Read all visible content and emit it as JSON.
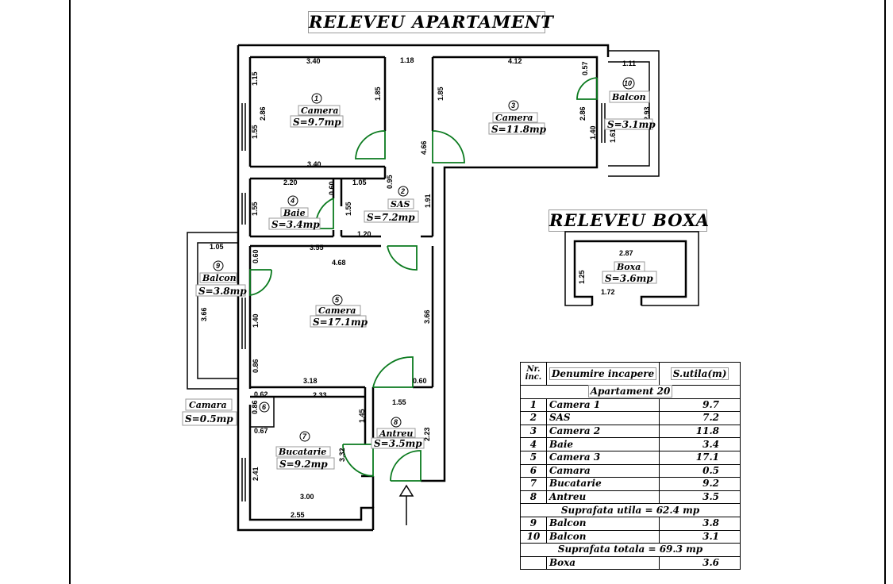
{
  "titles": {
    "apartment": "RELEVEU APARTAMENT",
    "box": "RELEVEU BOXA"
  },
  "rooms": [
    {
      "num": "1",
      "name": "Camera",
      "area": "S=9.7mp"
    },
    {
      "num": "2",
      "name": "SAS",
      "area": "S=7.2mp"
    },
    {
      "num": "3",
      "name": "Camera",
      "area": "S=11.8mp"
    },
    {
      "num": "4",
      "name": "Baie",
      "area": "S=3.4mp"
    },
    {
      "num": "5",
      "name": "Camera",
      "area": "S=17.1mp"
    },
    {
      "num": "6",
      "name": "Camara",
      "area": "S=0.5mp"
    },
    {
      "num": "7",
      "name": "Bucatarie",
      "area": "S=9.2mp"
    },
    {
      "num": "8",
      "name": "Antreu",
      "area": "S=3.5mp"
    },
    {
      "num": "9",
      "name": "Balcon",
      "area": "S=3.8mp"
    },
    {
      "num": "10",
      "name": "Balcon",
      "area": "S=3.1mp"
    }
  ],
  "box_room": {
    "name": "Boxa",
    "area": "S=3.6mp"
  },
  "dimensions": {
    "d_3_40_top": "3.40",
    "d_1_18": "1.18",
    "d_4_12": "4.12",
    "d_0_57": "0.57",
    "d_1_11": "1.11",
    "d_1_15": "1.15",
    "d_2_86_l": "2.86",
    "d_1_55_l": "1.55",
    "d_1_85_a": "1.85",
    "d_1_85_b": "1.85",
    "d_2_86_r": "2.86",
    "d_1_40_r": "1.40",
    "d_2_93": "2.93",
    "d_1_61": "1.61",
    "d_4_66": "4.66",
    "d_3_40_b": "3.40",
    "d_2_20": "2.20",
    "d_0_60_a": "0.60",
    "d_1_05_a": "1.05",
    "d_0_95": "0.95",
    "d_1_55_b": "1.55",
    "d_1_55_c": "1.55",
    "d_1_91": "1.91",
    "d_1_20": "1.20",
    "d_1_05_b": "1.05",
    "d_0_60_b": "0.60",
    "d_3_55": "3.55",
    "d_4_68": "4.68",
    "d_3_66_l": "3.66",
    "d_1_40_l": "1.40",
    "d_0_86_a": "0.86",
    "d_3_66_r": "3.66",
    "d_3_18": "3.18",
    "d_0_60_c": "0.60",
    "d_0_62": "0.62",
    "d_2_33": "2.33",
    "d_0_86_b": "0.86",
    "d_0_67": "0.67",
    "d_1_55_d": "1.55",
    "d_1_45": "1.45",
    "d_2_23": "2.23",
    "d_3_32": "3.32",
    "d_2_41": "2.41",
    "d_3_00": "3.00",
    "d_2_55": "2.55",
    "d_2_87": "2.87",
    "d_1_25": "1.25",
    "d_1_72": "1.72"
  },
  "table": {
    "header": {
      "nr": "Nr.\ninc.",
      "name": "Denumire incapere",
      "area": "S.utila(m)"
    },
    "section": "Apartament 20",
    "rows": [
      {
        "nr": "1",
        "name": "Camera 1",
        "area": "9.7"
      },
      {
        "nr": "2",
        "name": "SAS",
        "area": "7.2"
      },
      {
        "nr": "3",
        "name": "Camera 2",
        "area": "11.8"
      },
      {
        "nr": "4",
        "name": "Baie",
        "area": "3.4"
      },
      {
        "nr": "5",
        "name": "Camera 3",
        "area": "17.1"
      },
      {
        "nr": "6",
        "name": "Camara",
        "area": "0.5"
      },
      {
        "nr": "7",
        "name": "Bucatarie",
        "area": "9.2"
      },
      {
        "nr": "8",
        "name": "Antreu",
        "area": "3.5"
      }
    ],
    "useful_total": "Suprafata utila = 62.4 mp",
    "balcony_rows": [
      {
        "nr": "9",
        "name": "Balcon",
        "area": "3.8"
      },
      {
        "nr": "10",
        "name": "Balcon",
        "area": "3.1"
      }
    ],
    "grand_total": "Suprafata totala = 69.3 mp",
    "box_row": {
      "name": "Boxa",
      "area": "3.6"
    }
  },
  "colors": {
    "walls": "#000000",
    "doors": "#0a7a1e",
    "label_border": "#9a9a9a"
  }
}
